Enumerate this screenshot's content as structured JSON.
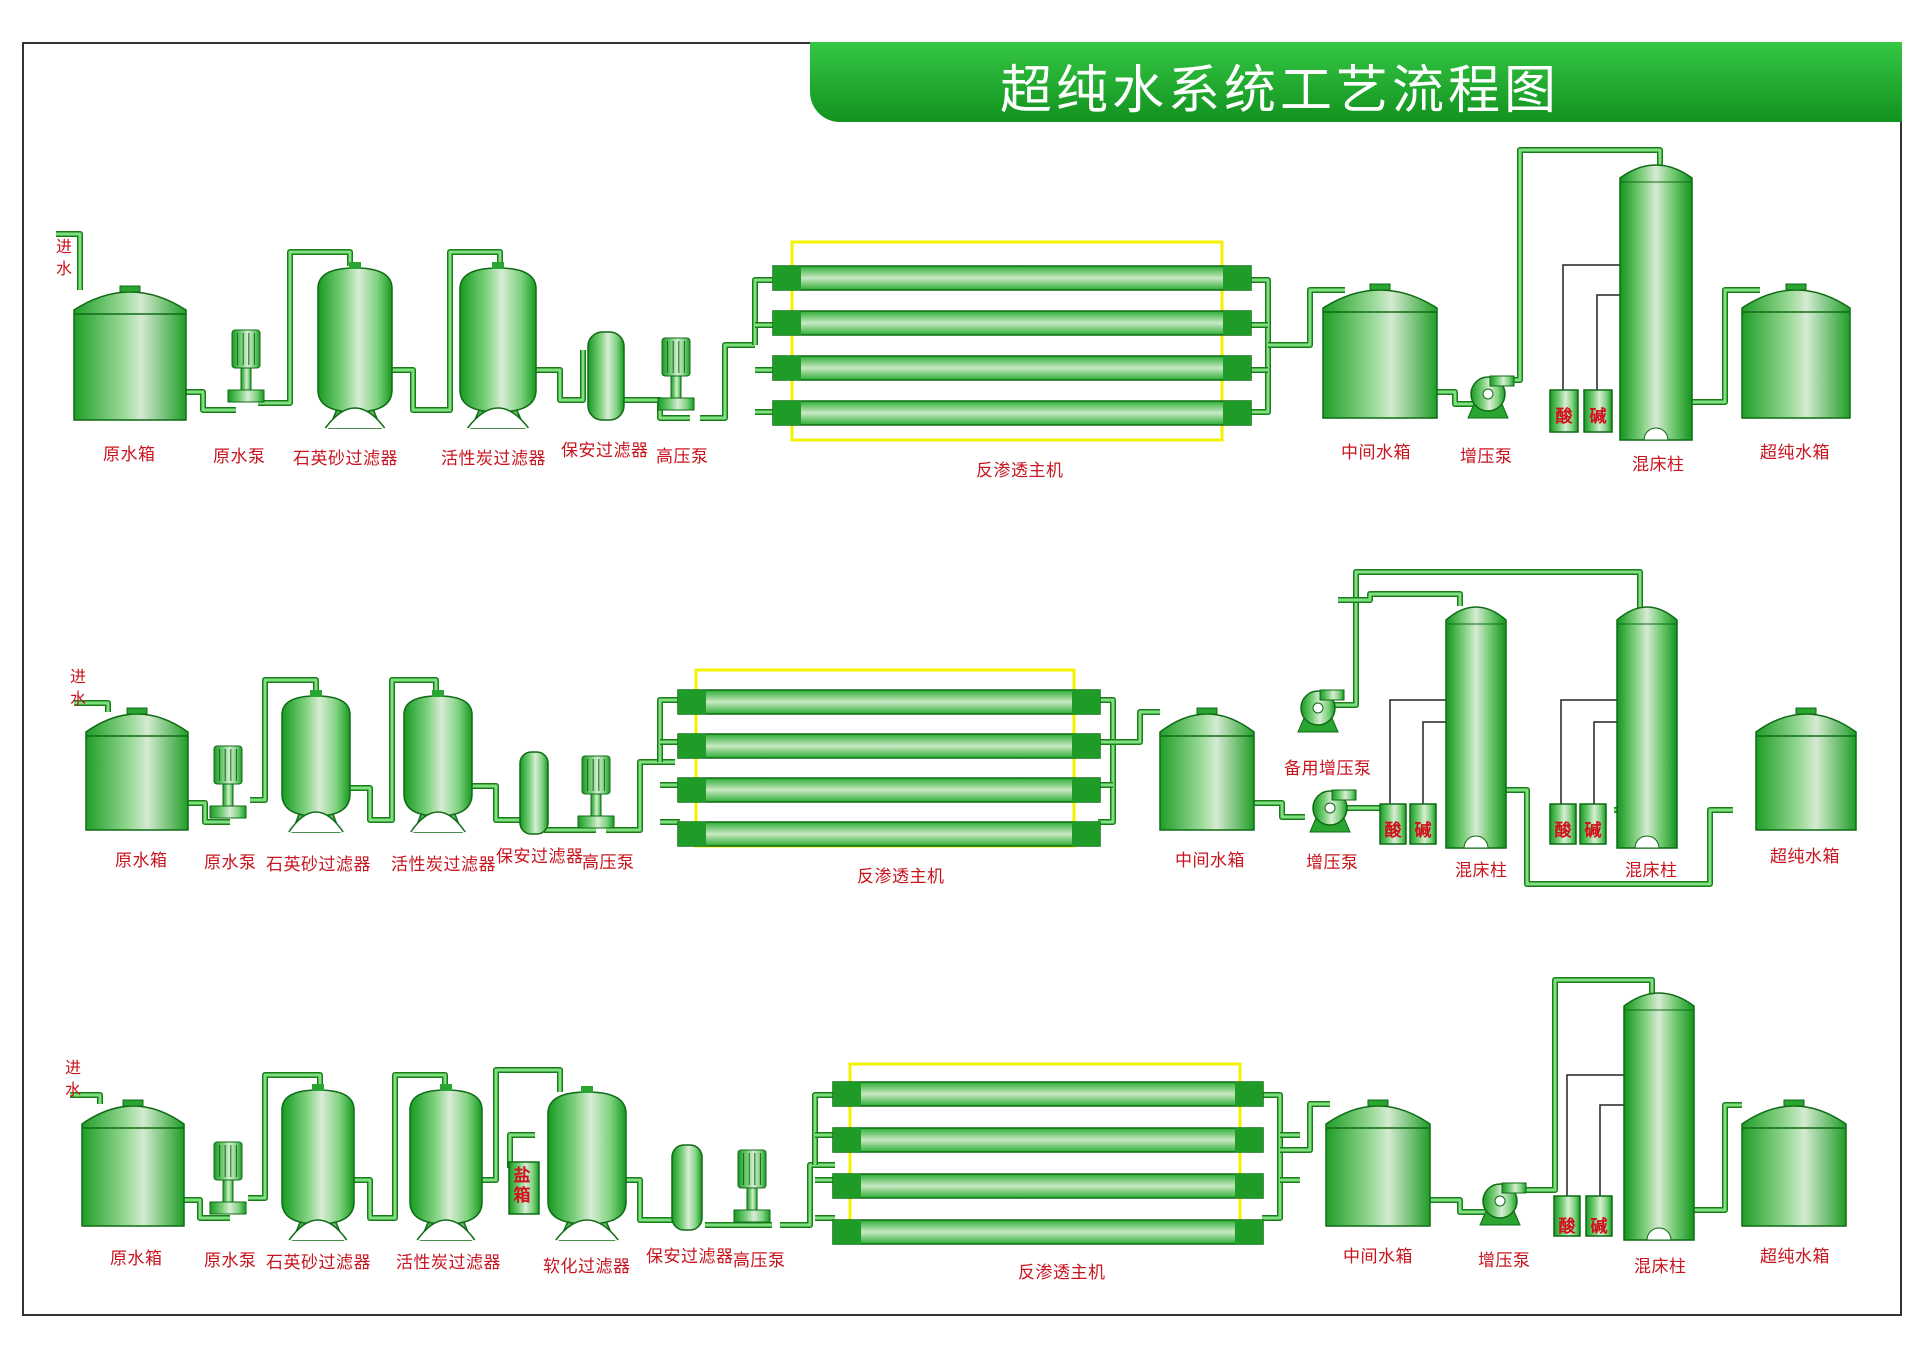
{
  "title": "超纯水系统工艺流程图",
  "colors": {
    "pipe": "#2fbf2f",
    "vessel": "#21a52a",
    "membrane_frame": "#f3f300",
    "label": "#c8141e",
    "title_bg": "#1fae2f"
  },
  "rows": [
    {
      "intake_label": [
        "进",
        "水"
      ],
      "labels": {
        "raw_tank": "原水箱",
        "raw_pump": "原水泵",
        "sand_filter": "石英砂过滤器",
        "carbon_filter": "活性炭过滤器",
        "security_filter": "保安过滤器",
        "hp_pump": "高压泵",
        "ro": "反渗透主机",
        "mid_tank": "中间水箱",
        "boost_pump": "增压泵",
        "mixed_bed": "混床柱",
        "pure_tank": "超纯水箱"
      },
      "chem": [
        "酸",
        "碱"
      ]
    },
    {
      "intake_label": [
        "进",
        "水"
      ],
      "labels": {
        "raw_tank": "原水箱",
        "raw_pump": "原水泵",
        "sand_filter": "石英砂过滤器",
        "carbon_filter": "活性炭过滤器",
        "security_filter": "保安过滤器",
        "hp_pump": "高压泵",
        "ro": "反渗透主机",
        "mid_tank": "中间水箱",
        "spare_pump": "备用增压泵",
        "boost_pump": "增压泵",
        "mixed_bed_1": "混床柱",
        "mixed_bed_2": "混床柱",
        "pure_tank": "超纯水箱"
      },
      "chem_1": [
        "酸",
        "碱"
      ],
      "chem_2": [
        "酸",
        "碱"
      ]
    },
    {
      "intake_label": [
        "进",
        "水"
      ],
      "labels": {
        "raw_tank": "原水箱",
        "raw_pump": "原水泵",
        "sand_filter": "石英砂过滤器",
        "carbon_filter": "活性炭过滤器",
        "softener": "软化过滤器",
        "security_filter": "保安过滤器",
        "hp_pump": "高压泵",
        "ro": "反渗透主机",
        "mid_tank": "中间水箱",
        "boost_pump": "增压泵",
        "mixed_bed": "混床柱",
        "pure_tank": "超纯水箱"
      },
      "salt_box": [
        "盐",
        "箱"
      ],
      "chem": [
        "酸",
        "碱"
      ]
    }
  ]
}
